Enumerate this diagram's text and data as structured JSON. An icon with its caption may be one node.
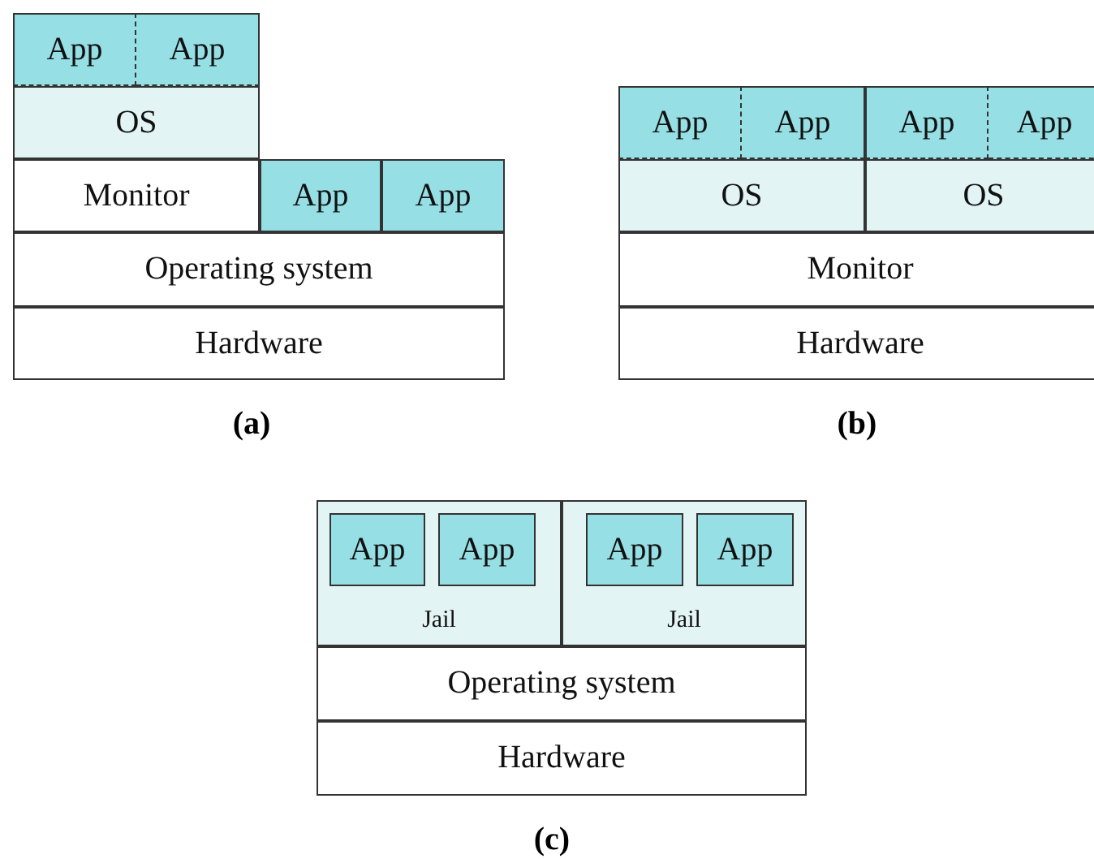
{
  "diagram": {
    "nodes": [
      {
        "text": [
          "App"
        ]
      },
      {
        "text": [
          "App"
        ]
      },
      {
        "text": [
          "OS"
        ]
      },
      {
        "text": [
          "Monitor"
        ]
      },
      {
        "text": [
          "App"
        ]
      },
      {
        "text": [
          "App"
        ]
      },
      {
        "text": [
          "Operating system"
        ]
      },
      {
        "text": [
          "Hardware"
        ]
      },
      {
        "text": [
          "App"
        ]
      },
      {
        "text": [
          "App"
        ]
      },
      {
        "text": [
          "App"
        ]
      },
      {
        "text": [
          "App"
        ]
      },
      {
        "text": [
          "OS"
        ]
      },
      {
        "text": [
          "OS"
        ]
      },
      {
        "text": [
          "Monitor"
        ]
      },
      {
        "text": [
          "Hardware"
        ]
      },
      {
        "text": [
          "Jail"
        ]
      },
      {
        "text": [
          "App"
        ],
        "in": 16
      },
      {
        "text": [
          "App"
        ],
        "in": 16
      },
      {
        "text": [
          "Jail"
        ]
      },
      {
        "text": [
          "App"
        ],
        "in": 19
      },
      {
        "text": [
          "App"
        ],
        "in": 19
      },
      {
        "text": [
          "Operating system"
        ]
      },
      {
        "text": [
          "Hardware"
        ]
      }
    ],
    "labels": [
      "(a)",
      "(b)",
      "(c)"
    ]
  }
}
